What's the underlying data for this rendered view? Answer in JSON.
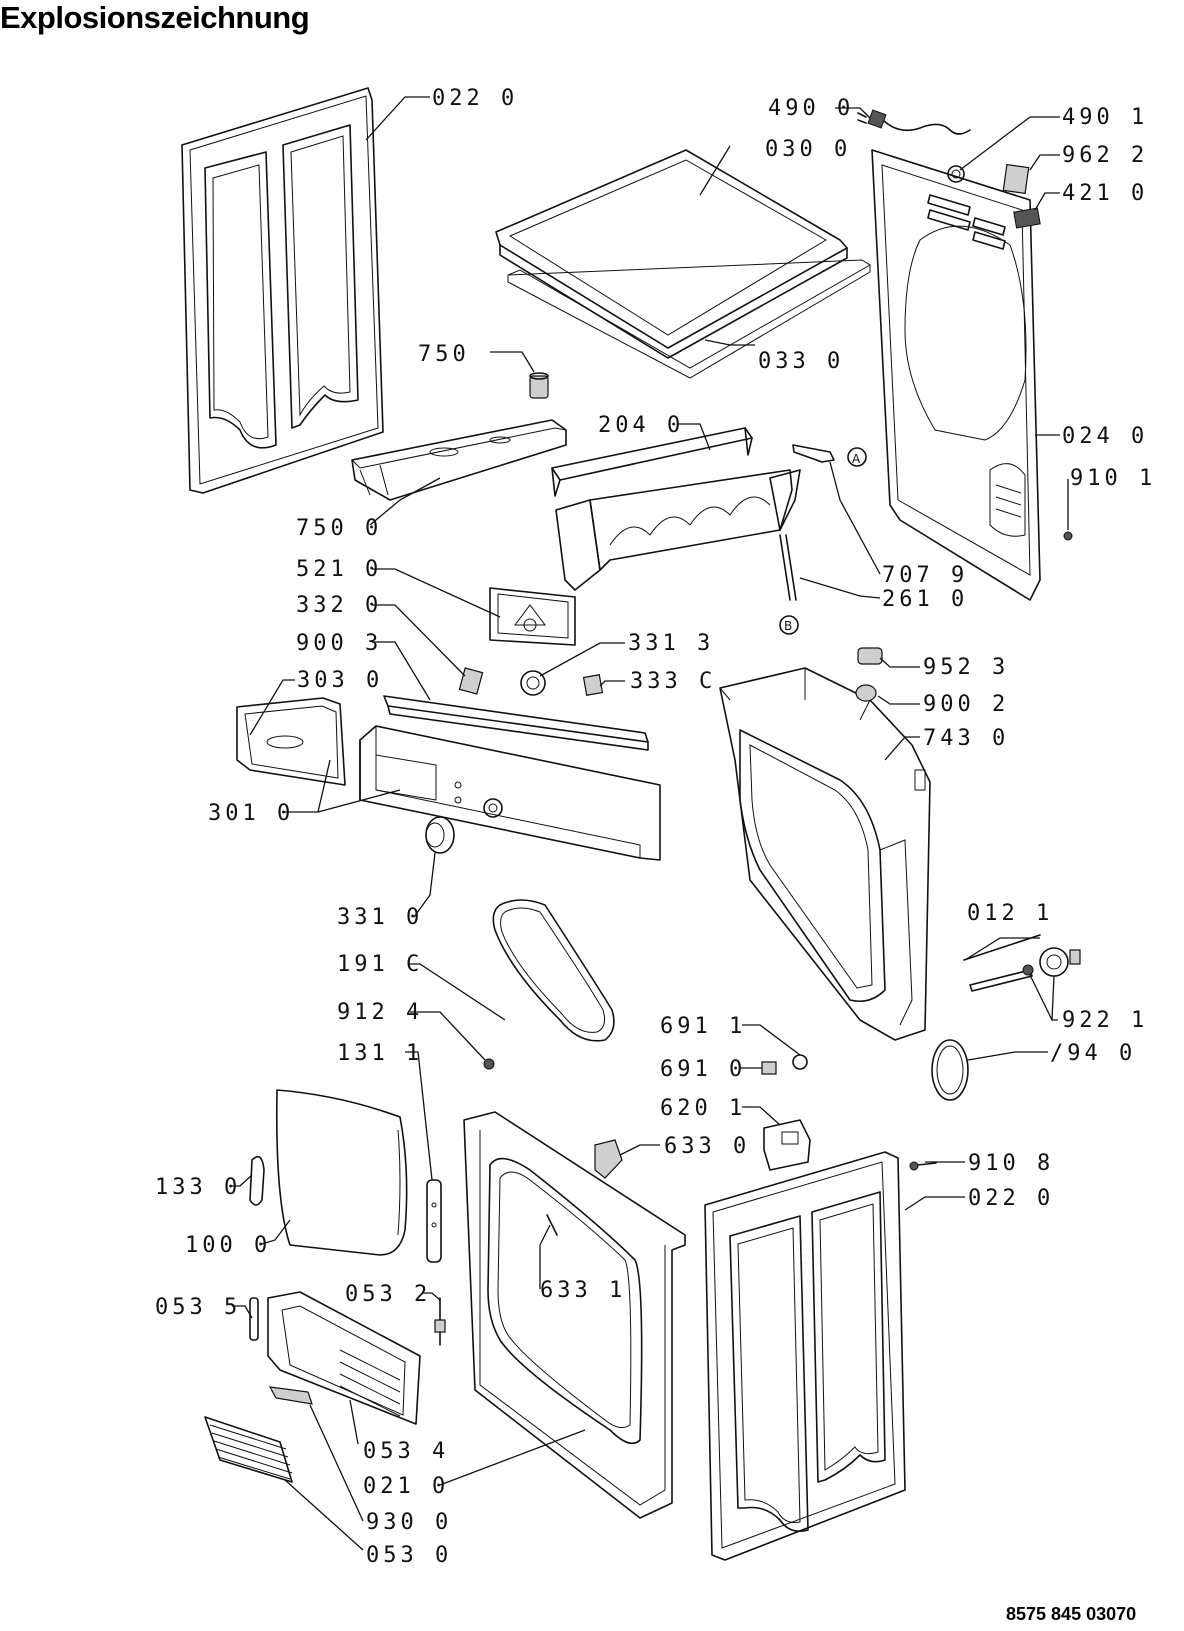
{
  "title": "Explosionszeichnung",
  "document_number": "8575 845 03070",
  "callouts": {
    "top_cover": "033 0",
    "side_panel_left": "022 0",
    "top_panel": "030 0",
    "mains_cable": "490 0",
    "cable_part": "490 1",
    "part_962_2": "962 2",
    "part_421_0": "421 0",
    "rear_panel": "024 0",
    "screw_910_1": "910 1",
    "part_750": "750",
    "water_tank_housing": "750 0",
    "tank_support": "204 0",
    "sensor_a": "707 9",
    "hose_261": "261 0",
    "pcb": "521 0",
    "switch_332": "332 0",
    "rail_900_3": "900 3",
    "knob_331_3": "331 3",
    "part_333": "333 C",
    "tank_drawer": "303 0",
    "control_panel": "301 0",
    "part_952_3": "952 3",
    "part_900_2": "900 2",
    "drum_housing": "743 0",
    "program_knob": "331 0",
    "door_seal": "191 C",
    "screw_912_4": "912 4",
    "hinge_131_1": "131 1",
    "part_012_1": "012 1",
    "shaft_922_1": "922 1",
    "part_691_1": "691 1",
    "belt_194": "/94 0",
    "part_691_0": "691 0",
    "part_620_1": "620 1",
    "handle_133": "133 0",
    "door_lock_633": "633 0",
    "screw_910_8": "910 8",
    "side_panel_right": "022 0",
    "door_100": "100 0",
    "door_catch_633_1": "633 1",
    "part_053_5": "053 5",
    "part_053_2": "053 2",
    "filter_053_4": "053 4",
    "front_panel": "021 0",
    "filter_clip_930": "930 0",
    "filter_grid_053": "053 0"
  }
}
